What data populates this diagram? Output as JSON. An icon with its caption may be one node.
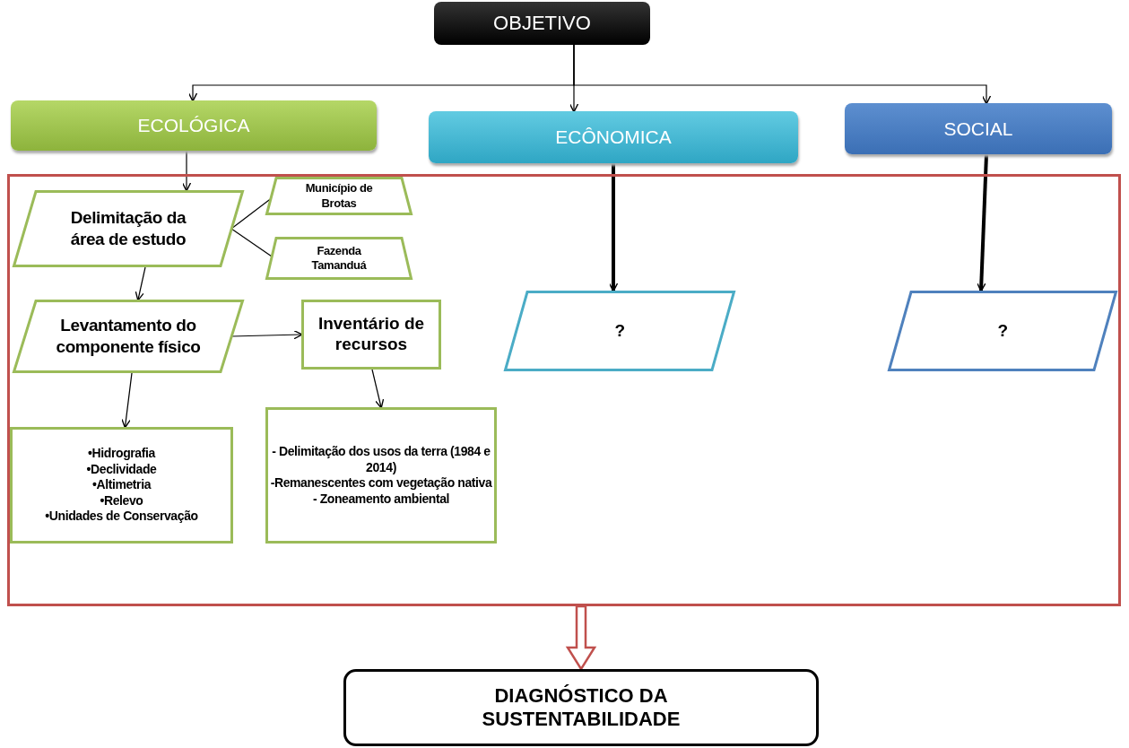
{
  "diagram": {
    "nodes": [
      {
        "text": [
          "OBJETIVO"
        ]
      },
      {
        "text": [
          "ECOLÓGICA"
        ]
      },
      {
        "text": [
          "ECÔNOMICA"
        ]
      },
      {
        "text": [
          "SOCIAL"
        ]
      },
      {
        "text": [],
        "shape": "box"
      },
      {
        "text": [
          "Delimitação da área de estudo"
        ],
        "in": 4
      },
      {
        "text": [
          "Município de Brotas"
        ],
        "in": 4
      },
      {
        "text": [
          "Fazenda Tamanduá"
        ],
        "in": 4
      },
      {
        "text": [
          "Levantamento do componente físico"
        ],
        "in": 4
      },
      {
        "text": [
          "Inventário de recursos"
        ],
        "in": 4
      },
      {
        "text": [
          "•Hidrografia",
          "•Declividade",
          "•Altimetria",
          "•Relevo",
          "•Unidades de Conservação"
        ],
        "in": 4
      },
      {
        "text": [
          "- Delimitação dos usos da terra (1984 e 2014)",
          "-Remanescentes com vegetação nativa",
          "- Zoneamento ambiental"
        ],
        "in": 4
      },
      {
        "text": [
          "?"
        ],
        "in": 4
      },
      {
        "text": [
          "?"
        ],
        "in": 4
      },
      {
        "text": [
          "DIAGNÓSTICO DA SUSTENTABILIDADE"
        ]
      }
    ],
    "edges": [
      {
        "from": 0,
        "to": 1,
        "arrow": "to"
      },
      {
        "from": 0,
        "to": 2,
        "arrow": "to"
      },
      {
        "from": 0,
        "to": 3,
        "arrow": "to"
      },
      {
        "from": 1,
        "to": 5,
        "arrow": "to"
      },
      {
        "from": 5,
        "to": 6,
        "arrow": "none"
      },
      {
        "from": 5,
        "to": 7,
        "arrow": "none"
      },
      {
        "from": 5,
        "to": 8,
        "arrow": "to"
      },
      {
        "from": 8,
        "to": 9,
        "arrow": "to"
      },
      {
        "from": 8,
        "to": 10,
        "arrow": "to"
      },
      {
        "from": 9,
        "to": 11,
        "arrow": "to"
      },
      {
        "from": 2,
        "to": 12,
        "arrow": "to",
        "style": "thick"
      },
      {
        "from": 3,
        "to": 13,
        "arrow": "to",
        "style": "thick"
      },
      {
        "from": 4,
        "to": 14,
        "arrow": "to",
        "style": "thick",
        "color": "#c0504d"
      }
    ]
  }
}
